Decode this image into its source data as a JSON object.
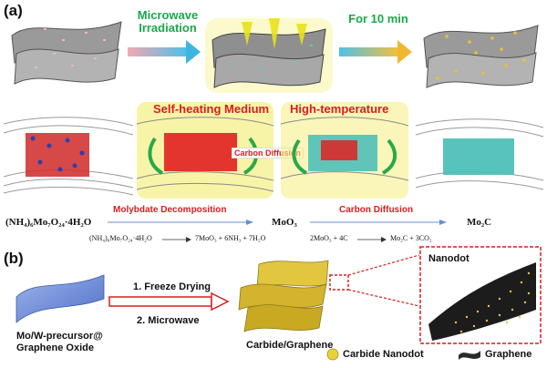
{
  "panel_a": {
    "label": "(a)",
    "step1": {
      "line1": "Microwave",
      "line2": "Irradiation"
    },
    "step2": "For 10 min",
    "self_heating": "Self-heating Medium",
    "high_temp": "High-temperature",
    "carbon_diffusion_mid": "Carbon Diffusion",
    "eq_left_main": "(NH₄)₆Mo₇O₂₄·4H₂O",
    "molybdate_decomposition": "Molybdate Decomposition",
    "moo3": "MoO₃",
    "carbon_diffusion_eq": "Carbon Diffusion",
    "mo2c": "Mo₂C",
    "sub_eq1_left": "(NH₄)₆Mo₇O₂₄·4H₂O",
    "sub_eq1_right": "7MoO₃ + 6NH₃ + 7H₂O",
    "sub_eq2_left": "2MoO₃ + 4C",
    "sub_eq2_right": "Mo₂C + 3CO₂"
  },
  "panel_b": {
    "label": "(b)",
    "precursor_line1": "Mo/W-precursor@",
    "precursor_line2": "Graphene Oxide",
    "step1": "1. Freeze Drying",
    "step2": "2. Microwave",
    "product": "Carbide/Graphene",
    "nanodot": "Nanodot",
    "legend_carbide": "Carbide Nanodot",
    "legend_graphene": "Graphene"
  },
  "colors": {
    "green_text": "#1aa84a",
    "red_text": "#d81e1e",
    "gold": "#d4b23a",
    "graphene_gray": "#8c8c8c",
    "glow_yellow": "#f3f08a",
    "mo_red": "#e02020",
    "mo2c_cyan": "#4fc0b8",
    "precursor_blue": "#6f8fd8"
  }
}
